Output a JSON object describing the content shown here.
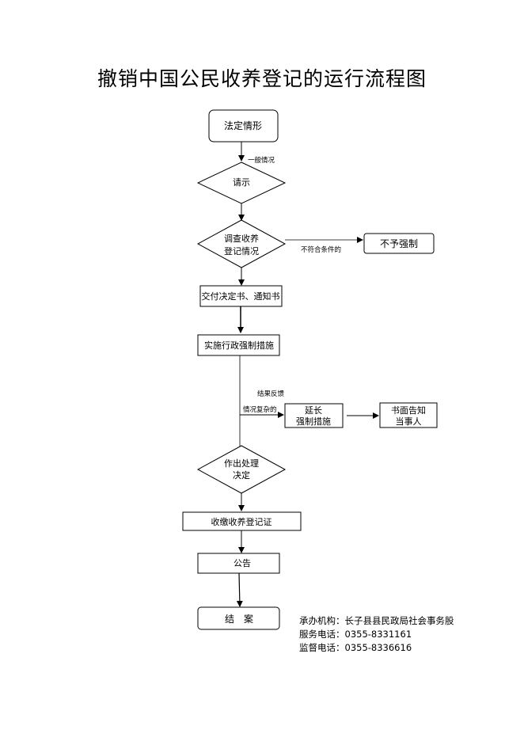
{
  "title": "撤销中国公民收养登记的运行流程图",
  "nodes": {
    "fading_situation": "法定情形",
    "request": "请示",
    "investigate_1": "调查收养",
    "investigate_2": "登记情况",
    "no_enforce": "不予强制",
    "deliver_decision": "交付决定书、通知书",
    "enforce_measures": "实施行政强制措施",
    "extend_1": "延长",
    "extend_2": "强制措施",
    "notify_1": "书面告知",
    "notify_2": "当事人",
    "decide_1": "作出处理",
    "decide_2": "决定",
    "collect_cert": "收缴收养登记证",
    "announce": "公告",
    "close_case": "结　案"
  },
  "edges": {
    "general": "一般情况",
    "not_meet": "不符合条件的",
    "feedback": "结果反馈",
    "complex": "情况复杂的"
  },
  "footer": {
    "organizer": "承办机构：长子县县民政局社会事务股",
    "service_phone": "服务电话：0355-8331161",
    "supervise_phone": "监督电话：0355-8336616"
  }
}
